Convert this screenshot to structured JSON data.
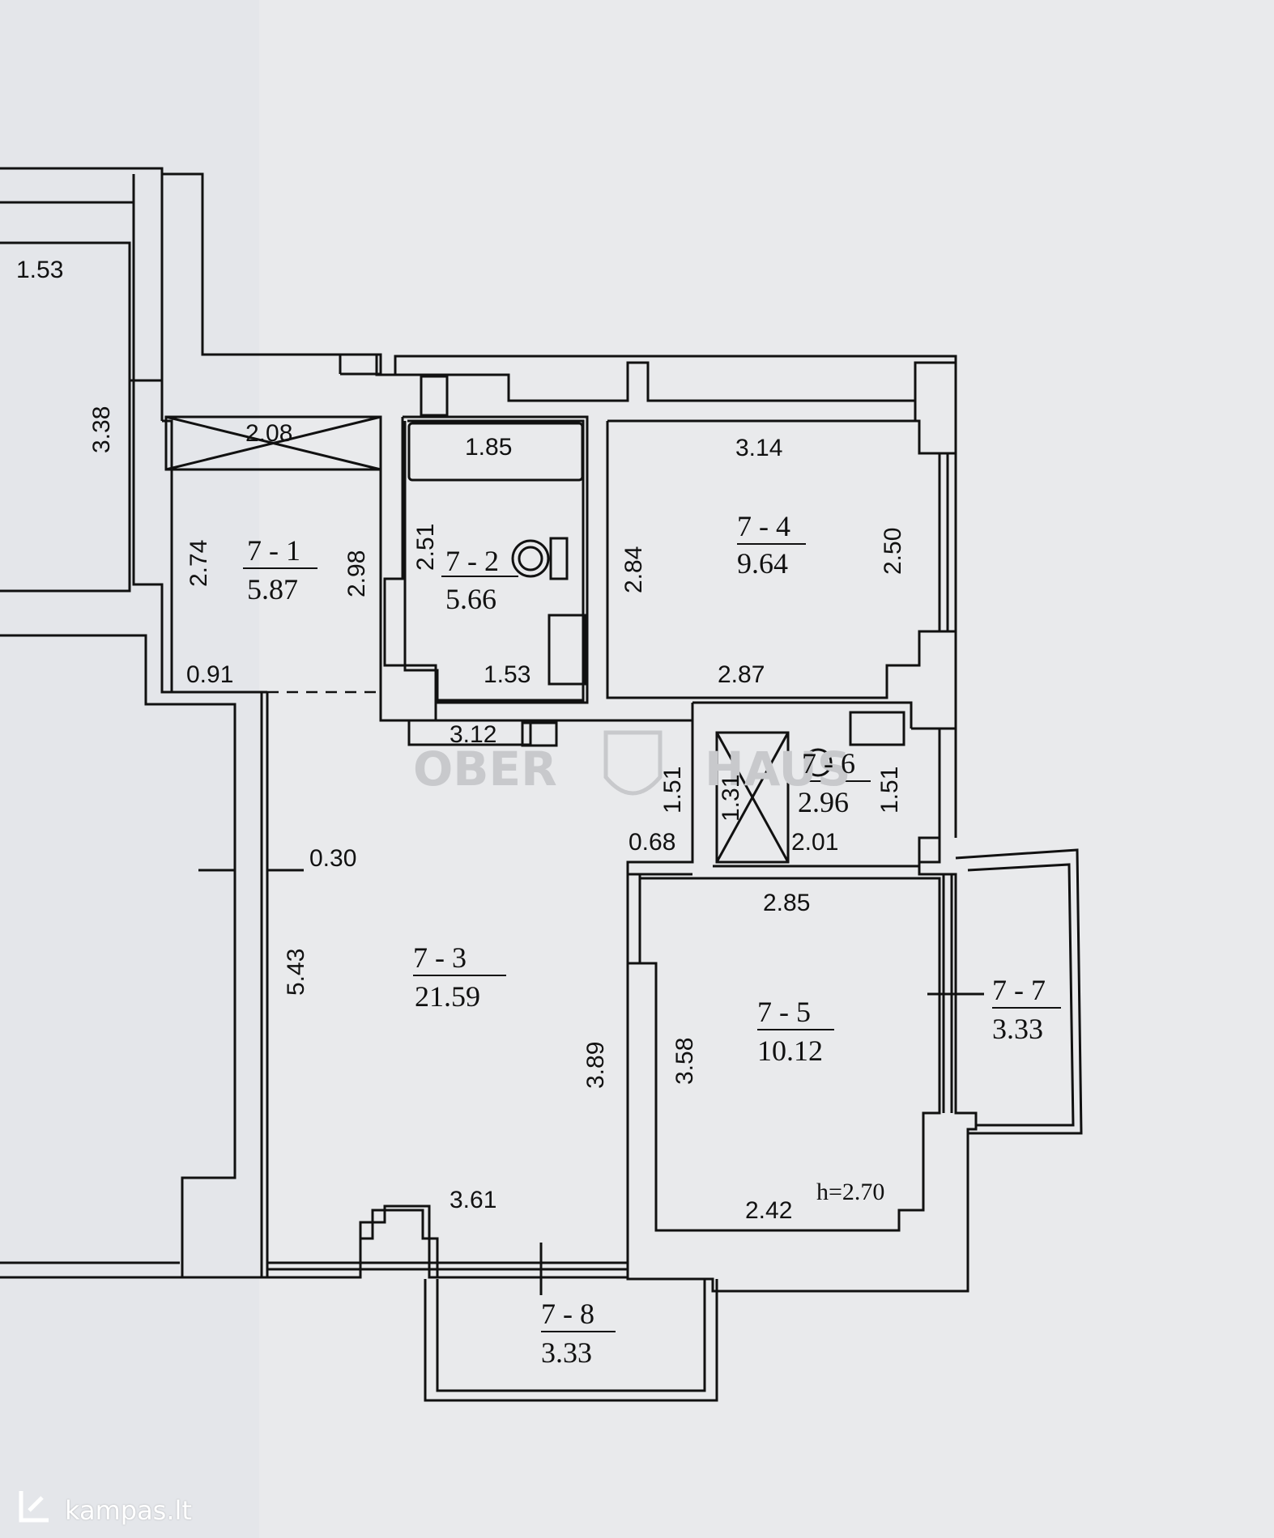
{
  "rooms": [
    {
      "id": "7 - 1",
      "area": "5.87"
    },
    {
      "id": "7 - 2",
      "area": "5.66"
    },
    {
      "id": "7 - 3",
      "area": "21.59"
    },
    {
      "id": "7 - 4",
      "area": "9.64"
    },
    {
      "id": "7 - 5",
      "area": "10.12"
    },
    {
      "id": "7 - 6",
      "area": "2.96"
    },
    {
      "id": "7 - 7",
      "area": "3.33"
    },
    {
      "id": "7 - 8",
      "area": "3.33"
    }
  ],
  "dimensions": {
    "d_1_53_top": "1.53",
    "d_3_38": "3.38",
    "d_2_08": "2.08",
    "d_2_74": "2.74",
    "d_2_98": "2.98",
    "d_0_91": "0.91",
    "d_1_85": "1.85",
    "d_2_51": "2.51",
    "d_1_53_bath": "1.53",
    "d_3_14": "3.14",
    "d_2_84": "2.84",
    "d_2_50": "2.50",
    "d_2_87": "2.87",
    "d_3_12": "3.12",
    "d_1_51_left": "1.51",
    "d_0_68": "0.68",
    "d_1_31": "1.31",
    "d_1_51_right": "1.51",
    "d_2_01": "2.01",
    "d_0_30": "0.30",
    "d_5_43": "5.43",
    "d_3_89": "3.89",
    "d_3_61": "3.61",
    "d_2_85": "2.85",
    "d_3_58": "3.58",
    "d_2_42": "2.42",
    "ceiling_height": "h=2.70"
  },
  "watermark": {
    "text": "OBER",
    "text2": "HAUS"
  },
  "logo": {
    "text": "kampas.lt",
    "icon": "kampas-logo-icon"
  },
  "colors": {
    "paper": "#e9eaec",
    "ink": "#111111",
    "watermark": "#c8c9cc"
  }
}
